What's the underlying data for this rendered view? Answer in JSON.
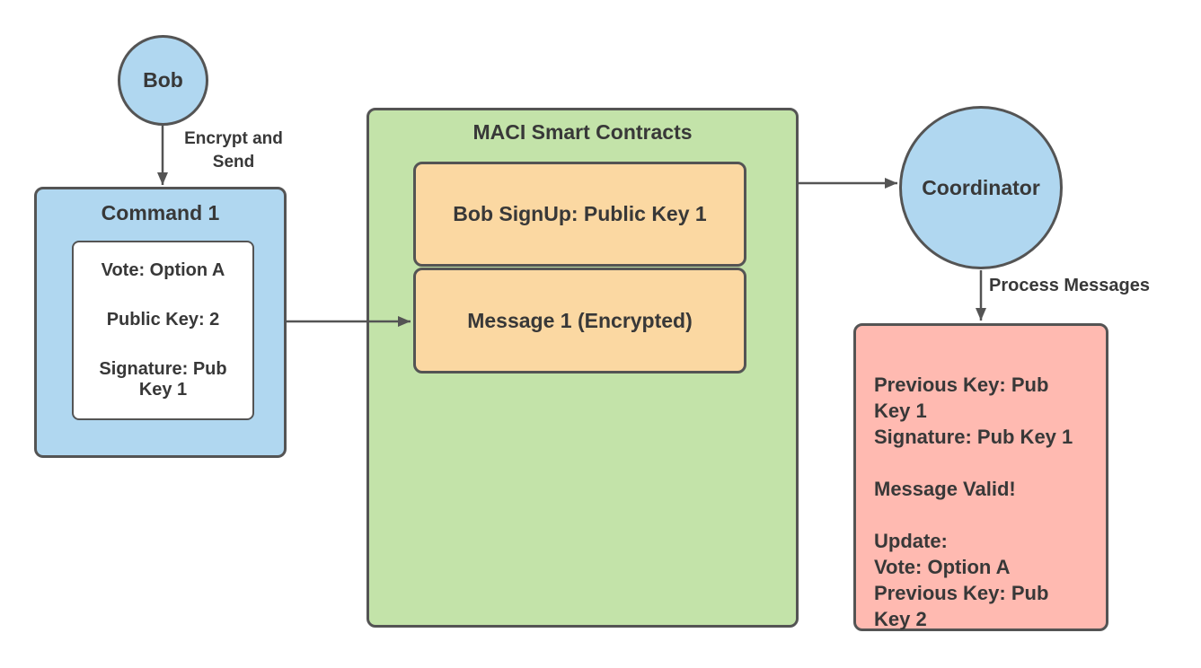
{
  "diagram": {
    "bob": {
      "label": "Bob"
    },
    "encrypt_edge_label": "Encrypt and Send",
    "command": {
      "title": "Command 1",
      "fields": [
        "Vote: Option A",
        "Public Key: 2",
        "Signature: Pub Key 1"
      ]
    },
    "maci": {
      "title": "MACI Smart Contracts",
      "entries": [
        "Bob SignUp: Public Key 1",
        "Message 1 (Encrypted)"
      ]
    },
    "coordinator": {
      "label": "Coordinator"
    },
    "process_edge_label": "Process Messages",
    "result": {
      "lines": [
        "Previous Key: Pub",
        "Key 1",
        "Signature: Pub Key 1",
        "",
        "Message Valid!",
        "",
        "Update:",
        "Vote: Option A",
        "Previous Key: Pub",
        "Key 2"
      ]
    },
    "colors": {
      "node_blue": "#b0d7f0",
      "container_green": "#c3e3a9",
      "entry_orange": "#fbd8a2",
      "result_pink": "#ffbab1",
      "border_gray": "#545454",
      "text_dark": "#383838"
    }
  }
}
